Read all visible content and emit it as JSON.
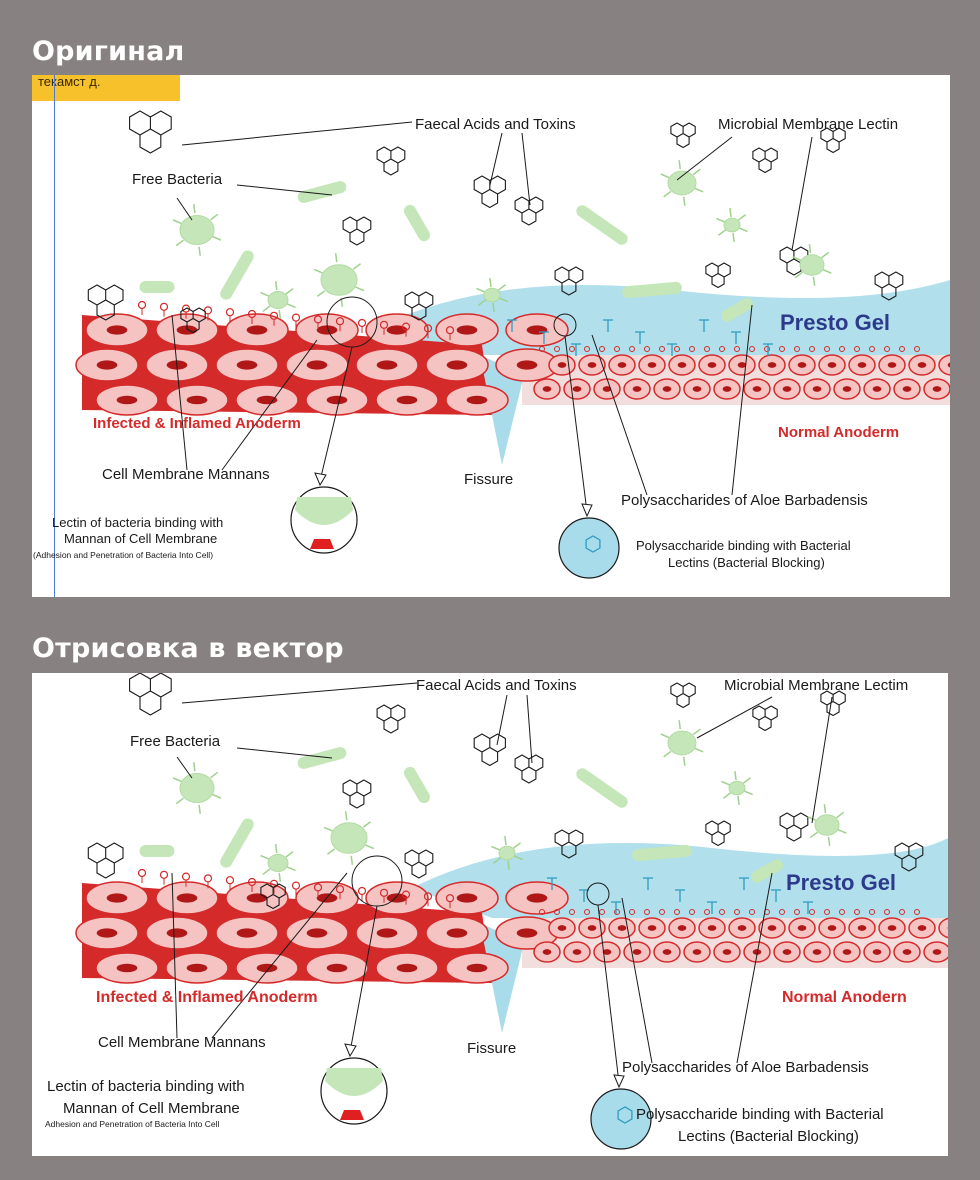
{
  "titles": {
    "original": "Оригинал",
    "vector": "Отрисовка в вектор"
  },
  "original_panel": {
    "sticky_note": "текамст д.",
    "labels": {
      "faecal": "Faecal Acids and Toxins",
      "microbial": "Microbial Membrane Lectin",
      "free_bacteria": "Free Bacteria",
      "presto_gel": "Presto Gel",
      "infected": "Infected & Inflamed Anoderm",
      "normal": "Normal Anoderm",
      "mannans": "Cell Membrane Mannans",
      "fissure": "Fissure",
      "polysaccharides": "Polysaccharides of Aloe Barbadensis",
      "lectin_1": "Lectin of  bacteria binding with",
      "lectin_2": "Mannan of Cell Membrane",
      "lectin_3": "(Adhesion and Penetration of Bacteria Into Cell)",
      "poly_bind_1": "Polysaccharide binding with Bacterial",
      "poly_bind_2": "Lectins (Bacterial Blocking)"
    }
  },
  "vector_panel": {
    "labels": {
      "faecal": "Faecal Acids and Toxins",
      "microbial": "Microbial Membrane Lectim",
      "free_bacteria": "Free Bacteria",
      "presto_gel": "Presto Gel",
      "infected": "Infected & Inflamed Anoderm",
      "normal": "Normal Anodern",
      "mannans": "Cell Membrane Mannans",
      "fissure": "Fissure",
      "polysaccharides": "Polysaccharides of Aloe Barbadensis",
      "lectin_1": "Lectin of bacteria binding with",
      "lectin_2": "Mannan of Cell Membrane",
      "lectin_3": "Adhesion and Penetration of Bacteria Into Cell",
      "poly_bind_1": "Polysaccharide binding with Bacterial",
      "poly_bind_2": "Lectins (Bacterial Blocking)"
    }
  },
  "colors": {
    "background": "#878281",
    "tissue_red": "#d42a2a",
    "cell_fill": "#f6c3c3",
    "nucleus": "#b01818",
    "gel_blue": "#a9dcea",
    "bacteria_green": "#c4e6b8",
    "gel_text": "#2d3a8c"
  }
}
